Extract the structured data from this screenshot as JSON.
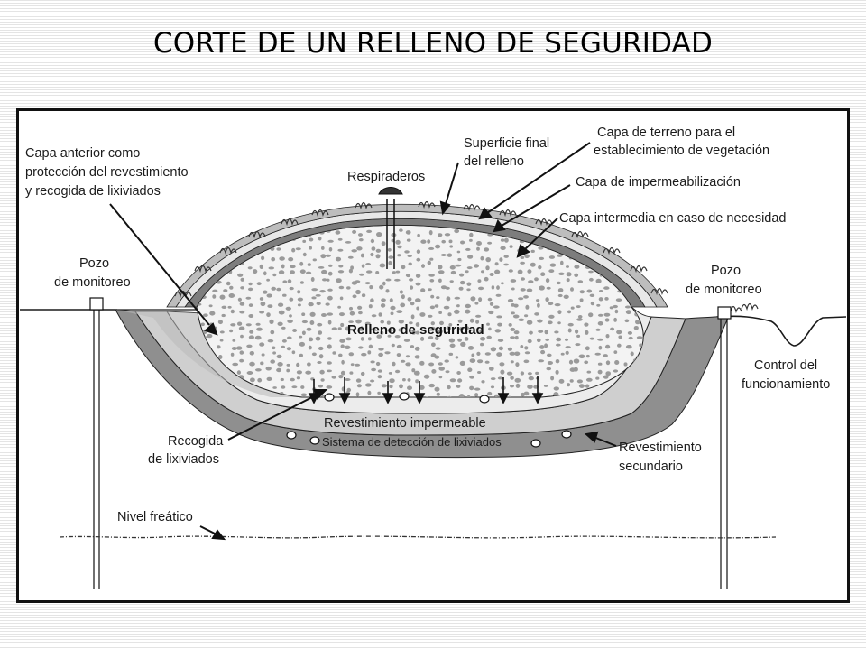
{
  "title": "CORTE DE UN RELLENO DE SEGURIDAD",
  "diagram": {
    "labels": {
      "capa_anterior": [
        "Capa anterior como",
        "protección del revestimiento",
        "y recogida de lixiviados"
      ],
      "pozo_izq": [
        "Pozo",
        "de monitoreo"
      ],
      "respiraderos": "Respiraderos",
      "superficie_final": [
        "Superficie final",
        "del relleno"
      ],
      "capa_terreno": [
        "Capa de terreno para el",
        "establecimiento de vegetación"
      ],
      "capa_impermeabilizacion": "Capa de impermeabilización",
      "capa_intermedia": "Capa intermedia en caso de necesidad",
      "pozo_der": [
        "Pozo",
        "de monitoreo"
      ],
      "relleno": "Relleno de seguridad",
      "control": [
        "Control del",
        "funcionamiento"
      ],
      "recogida": [
        "Recogida",
        "de lixiviados"
      ],
      "revestimiento_impermeable": "Revestimiento impermeable",
      "sistema_deteccion": "Sistema de detección de lixiviados",
      "revestimiento_secundario": [
        "Revestimiento",
        "secundario"
      ],
      "nivel_freatico": "Nivel freático"
    },
    "colors": {
      "fill_gravel": "#f1f1f1",
      "dots": "#9a9a9a",
      "liner": "#e6e6e6",
      "secondary": "#8f8f8f",
      "ground_lines": "#1a1a1a"
    }
  }
}
